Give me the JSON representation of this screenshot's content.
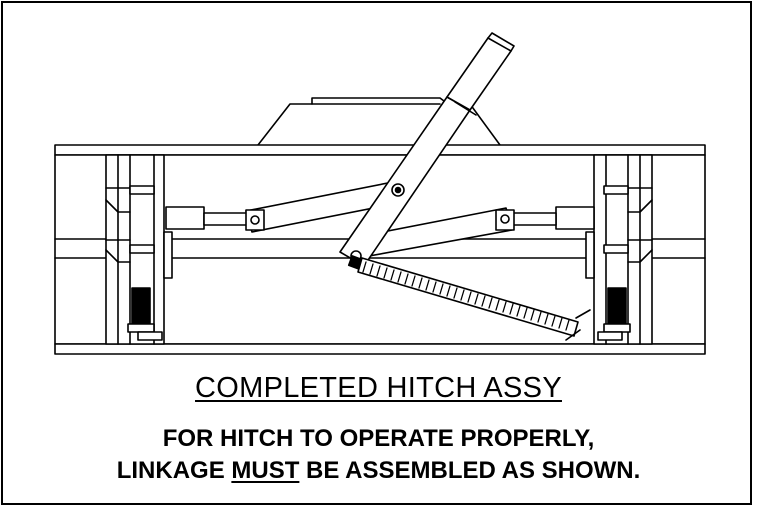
{
  "caption": {
    "title": "COMPLETED HITCH ASSY",
    "line1": "FOR HITCH TO OPERATE PROPERLY,",
    "line2_before": "LINKAGE ",
    "line2_emphasis": "MUST",
    "line2_after": " BE ASSEMBLED AS SHOWN."
  },
  "colors": {
    "ink": "#000000",
    "paper": "#ffffff"
  }
}
